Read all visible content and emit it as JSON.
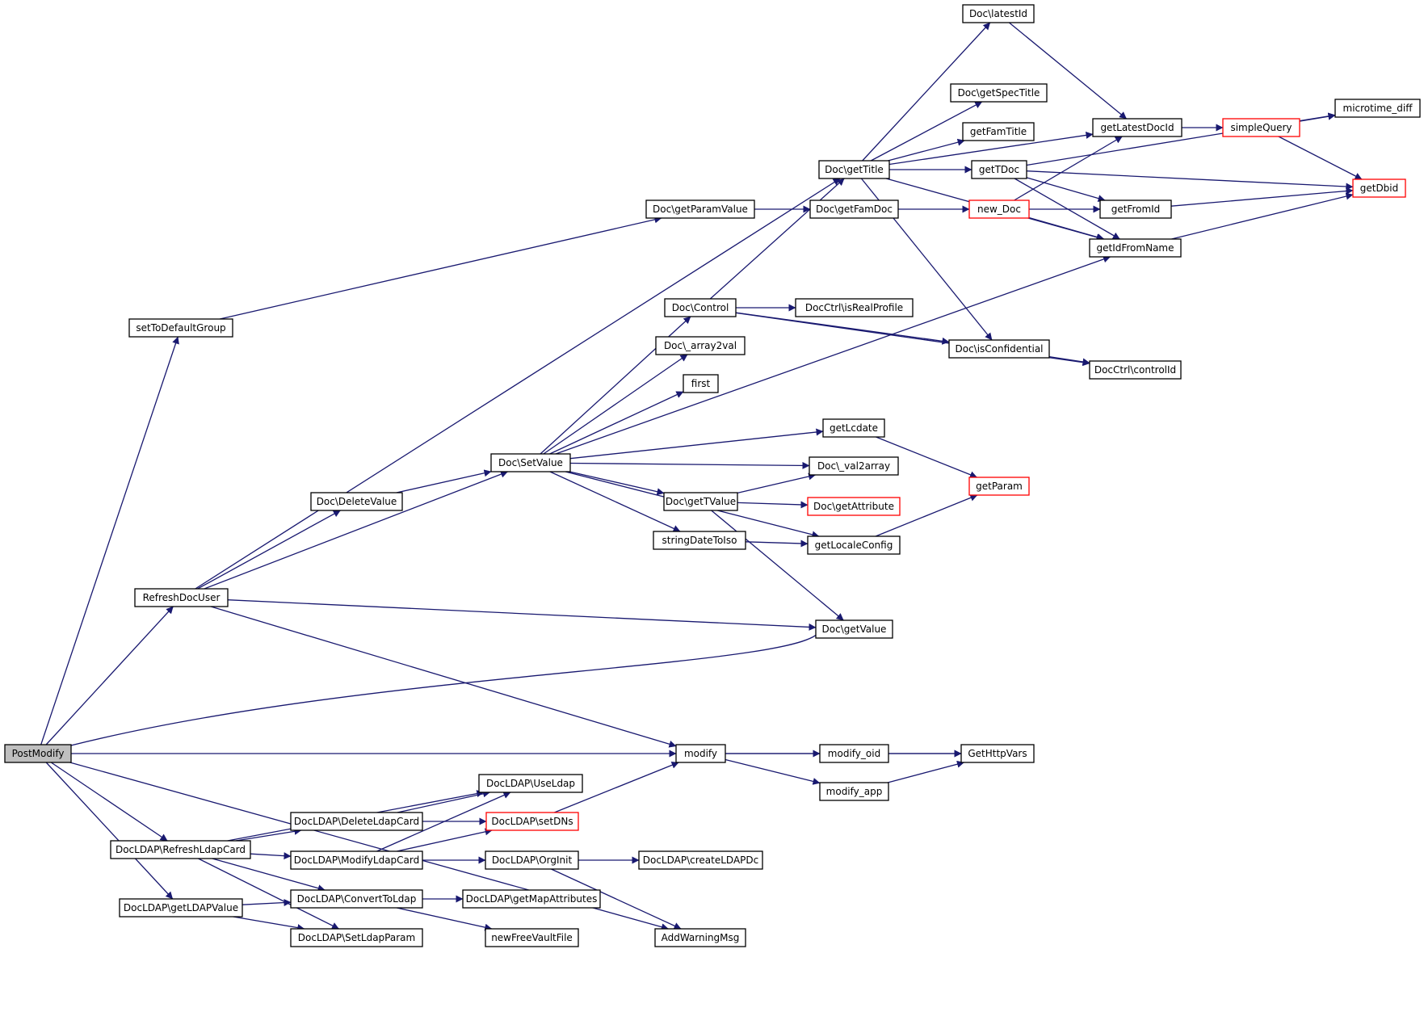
{
  "colors": {
    "edge": "#191970",
    "node_border": "#000000",
    "node_border_external": "#ff0000",
    "node_fill": "#ffffff",
    "root_fill": "#bfbfbf"
  },
  "nodes": [
    {
      "id": "postmodify",
      "label": "PostModify",
      "style": "root"
    },
    {
      "id": "settodefaultgroup",
      "label": "setToDefaultGroup"
    },
    {
      "id": "refreshdocuser",
      "label": "RefreshDocUser"
    },
    {
      "id": "refreshldapcard",
      "label": "DocLDAP\\RefreshLdapCard"
    },
    {
      "id": "getldapvalue",
      "label": "DocLDAP\\getLDAPValue"
    },
    {
      "id": "deletevalue",
      "label": "Doc\\DeleteValue"
    },
    {
      "id": "deleteldapcard",
      "label": "DocLDAP\\DeleteLdapCard"
    },
    {
      "id": "modifyldapcard",
      "label": "DocLDAP\\ModifyLdapCard"
    },
    {
      "id": "converttoldap",
      "label": "DocLDAP\\ConvertToLdap"
    },
    {
      "id": "setldapparam",
      "label": "DocLDAP\\SetLdapParam"
    },
    {
      "id": "setvalue",
      "label": "Doc\\SetValue"
    },
    {
      "id": "useldap",
      "label": "DocLDAP\\UseLdap"
    },
    {
      "id": "setdns",
      "label": "DocLDAP\\setDNs",
      "style": "external"
    },
    {
      "id": "orginit",
      "label": "DocLDAP\\OrgInit"
    },
    {
      "id": "getmapattributes",
      "label": "DocLDAP\\getMapAttributes"
    },
    {
      "id": "newfreevaultfile",
      "label": "newFreeVaultFile"
    },
    {
      "id": "getparamvalue",
      "label": "Doc\\getParamValue"
    },
    {
      "id": "doccontrol",
      "label": "Doc\\Control"
    },
    {
      "id": "array2val",
      "label": "Doc\\_array2val"
    },
    {
      "id": "first",
      "label": "first"
    },
    {
      "id": "gettvalue",
      "label": "Doc\\getTValue"
    },
    {
      "id": "stringdatetoiso",
      "label": "stringDateToIso"
    },
    {
      "id": "modify",
      "label": "modify"
    },
    {
      "id": "createldapdc",
      "label": "DocLDAP\\createLDAPDc"
    },
    {
      "id": "addwarningmsg",
      "label": "AddWarningMsg"
    },
    {
      "id": "gettitle",
      "label": "Doc\\getTitle"
    },
    {
      "id": "getfamdoc",
      "label": "Doc\\getFamDoc"
    },
    {
      "id": "isrealprofile",
      "label": "DocCtrl\\isRealProfile"
    },
    {
      "id": "getlcdate",
      "label": "getLcdate"
    },
    {
      "id": "val2array",
      "label": "Doc\\_val2array"
    },
    {
      "id": "getattribute",
      "label": "Doc\\getAttribute",
      "style": "external"
    },
    {
      "id": "getlocaleconfig",
      "label": "getLocaleConfig"
    },
    {
      "id": "getvalue",
      "label": "Doc\\getValue"
    },
    {
      "id": "modify_oid",
      "label": "modify_oid"
    },
    {
      "id": "modify_app",
      "label": "modify_app"
    },
    {
      "id": "latestid",
      "label": "Doc\\latestId"
    },
    {
      "id": "getspectitle",
      "label": "Doc\\getSpecTitle"
    },
    {
      "id": "getfamtitle",
      "label": "getFamTitle"
    },
    {
      "id": "gettdoc",
      "label": "getTDoc"
    },
    {
      "id": "new_doc",
      "label": "new_Doc",
      "style": "external"
    },
    {
      "id": "isconfidential",
      "label": "Doc\\isConfidential"
    },
    {
      "id": "getparam",
      "label": "getParam",
      "style": "external"
    },
    {
      "id": "gethttpvars",
      "label": "GetHttpVars"
    },
    {
      "id": "getlatestdocid",
      "label": "getLatestDocId"
    },
    {
      "id": "getfromid",
      "label": "getFromId"
    },
    {
      "id": "getidfromname",
      "label": "getIdFromName"
    },
    {
      "id": "controlid",
      "label": "DocCtrl\\controlId"
    },
    {
      "id": "simplequery",
      "label": "simpleQuery",
      "style": "external"
    },
    {
      "id": "microtime_diff",
      "label": "microtime_diff"
    },
    {
      "id": "getdbid",
      "label": "getDbid",
      "style": "external"
    }
  ],
  "edges": [
    [
      "postmodify",
      "settodefaultgroup"
    ],
    [
      "postmodify",
      "refreshdocuser"
    ],
    [
      "postmodify",
      "getvalue"
    ],
    [
      "postmodify",
      "modify"
    ],
    [
      "postmodify",
      "refreshldapcard"
    ],
    [
      "postmodify",
      "getldapvalue"
    ],
    [
      "postmodify",
      "addwarningmsg"
    ],
    [
      "settodefaultgroup",
      "getparamvalue"
    ],
    [
      "refreshdocuser",
      "gettitle"
    ],
    [
      "refreshdocuser",
      "deletevalue"
    ],
    [
      "refreshdocuser",
      "setvalue"
    ],
    [
      "refreshdocuser",
      "getvalue"
    ],
    [
      "refreshdocuser",
      "modify"
    ],
    [
      "deletevalue",
      "setvalue"
    ],
    [
      "setvalue",
      "getidfromname"
    ],
    [
      "setvalue",
      "doccontrol"
    ],
    [
      "setvalue",
      "array2val"
    ],
    [
      "setvalue",
      "first"
    ],
    [
      "setvalue",
      "getlcdate"
    ],
    [
      "setvalue",
      "val2array"
    ],
    [
      "setvalue",
      "gettvalue"
    ],
    [
      "setvalue",
      "stringdatetoiso"
    ],
    [
      "setvalue",
      "getlocaleconfig"
    ],
    [
      "getparamvalue",
      "getfamdoc"
    ],
    [
      "getfamdoc",
      "new_doc"
    ],
    [
      "doccontrol",
      "gettitle"
    ],
    [
      "doccontrol",
      "isrealprofile"
    ],
    [
      "doccontrol",
      "isconfidential"
    ],
    [
      "doccontrol",
      "controlid"
    ],
    [
      "gettitle",
      "latestid"
    ],
    [
      "gettitle",
      "getlatestdocid"
    ],
    [
      "gettitle",
      "getspectitle"
    ],
    [
      "gettitle",
      "getfamtitle"
    ],
    [
      "gettitle",
      "gettdoc"
    ],
    [
      "gettitle",
      "getidfromname"
    ],
    [
      "gettitle",
      "isconfidential"
    ],
    [
      "latestid",
      "getlatestdocid"
    ],
    [
      "gettdoc",
      "getfromid"
    ],
    [
      "gettdoc",
      "getidfromname"
    ],
    [
      "gettdoc",
      "getdbid"
    ],
    [
      "gettdoc",
      "microtime_diff"
    ],
    [
      "new_doc",
      "getlatestdocid"
    ],
    [
      "new_doc",
      "getfromid"
    ],
    [
      "new_doc",
      "getidfromname"
    ],
    [
      "getlatestdocid",
      "simplequery"
    ],
    [
      "simplequery",
      "microtime_diff"
    ],
    [
      "simplequery",
      "getdbid"
    ],
    [
      "getfromid",
      "getdbid"
    ],
    [
      "getidfromname",
      "getdbid"
    ],
    [
      "isconfidential",
      "controlid"
    ],
    [
      "getlcdate",
      "getparam"
    ],
    [
      "gettvalue",
      "val2array"
    ],
    [
      "gettvalue",
      "getattribute"
    ],
    [
      "gettvalue",
      "getvalue"
    ],
    [
      "stringdatetoiso",
      "getlocaleconfig"
    ],
    [
      "getlocaleconfig",
      "getparam"
    ],
    [
      "modify",
      "gethttpvars"
    ],
    [
      "modify",
      "modify_oid"
    ],
    [
      "modify",
      "modify_app"
    ],
    [
      "modify_oid",
      "gethttpvars"
    ],
    [
      "modify_app",
      "gethttpvars"
    ],
    [
      "refreshldapcard",
      "useldap"
    ],
    [
      "refreshldapcard",
      "deleteldapcard"
    ],
    [
      "refreshldapcard",
      "modifyldapcard"
    ],
    [
      "refreshldapcard",
      "converttoldap"
    ],
    [
      "refreshldapcard",
      "setldapparam"
    ],
    [
      "deleteldapcard",
      "useldap"
    ],
    [
      "deleteldapcard",
      "setdns"
    ],
    [
      "modifyldapcard",
      "useldap"
    ],
    [
      "modifyldapcard",
      "setdns"
    ],
    [
      "modifyldapcard",
      "orginit"
    ],
    [
      "setdns",
      "modify"
    ],
    [
      "orginit",
      "createldapdc"
    ],
    [
      "orginit",
      "addwarningmsg"
    ],
    [
      "getldapvalue",
      "converttoldap"
    ],
    [
      "getldapvalue",
      "setldapparam"
    ],
    [
      "converttoldap",
      "getmapattributes"
    ],
    [
      "converttoldap",
      "newfreevaultfile"
    ]
  ]
}
